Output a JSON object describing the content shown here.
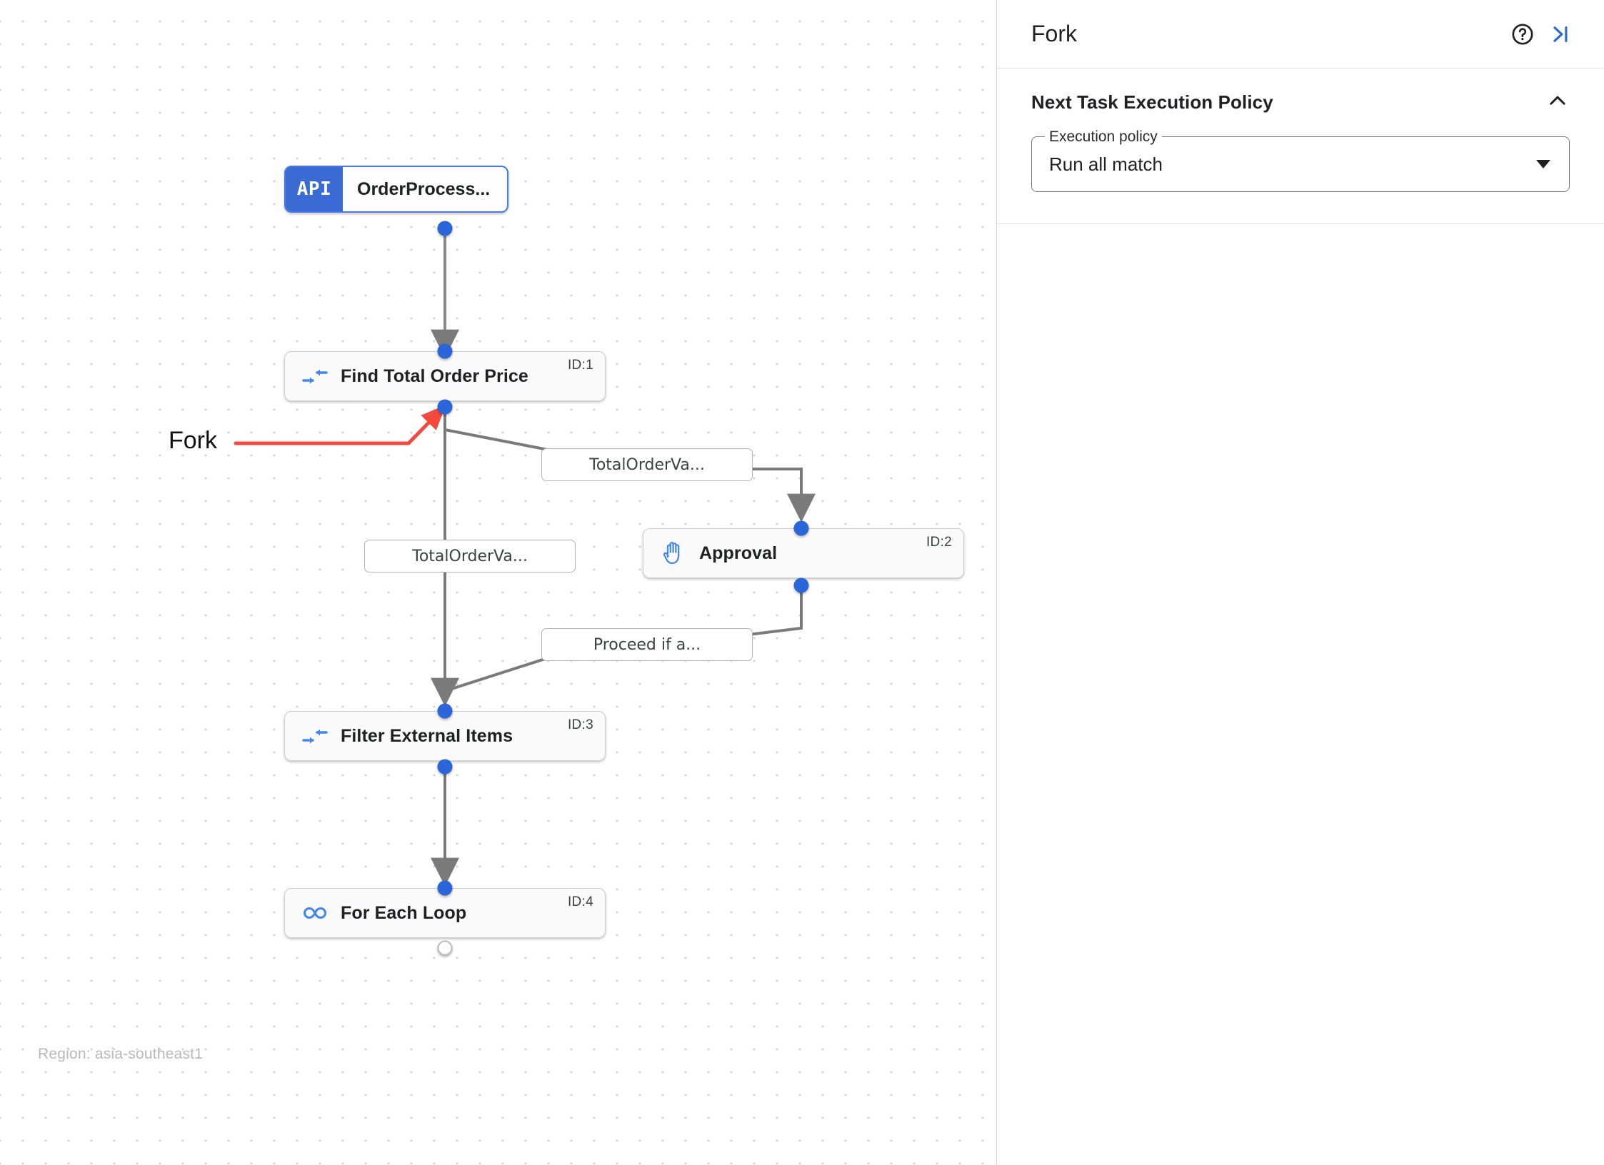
{
  "canvas": {
    "region_caption": "Region: asia-southeast1",
    "annotation": {
      "label": "Fork",
      "color": "#f4493f"
    },
    "nodes": [
      {
        "id": "trigger",
        "badge": "API",
        "title": "OrderProcess...",
        "icon": "api-badge-icon",
        "id_label": ""
      },
      {
        "id": "find-total",
        "title": "Find Total Order Price",
        "icon": "compress-arrows-icon",
        "id_label": "ID:1"
      },
      {
        "id": "approval",
        "title": "Approval",
        "icon": "raised-hand-icon",
        "id_label": "ID:2"
      },
      {
        "id": "filter-ext",
        "title": "Filter External Items",
        "icon": "compress-arrows-icon",
        "id_label": "ID:3"
      },
      {
        "id": "foreach",
        "title": "For Each Loop",
        "icon": "infinity-loop-icon",
        "id_label": "ID:4"
      }
    ],
    "edge_chips": [
      {
        "id": "top-right",
        "label": "TotalOrderVa..."
      },
      {
        "id": "left",
        "label": "TotalOrderVa..."
      },
      {
        "id": "bottom",
        "label": "Proceed if a..."
      }
    ]
  },
  "panel": {
    "title": "Fork",
    "help_icon": "help-circle-icon",
    "collapse_icon": "collapse-right-icon",
    "section": {
      "title": "Next Task Execution Policy",
      "chevron_icon": "chevron-up-icon",
      "select": {
        "label": "Execution policy",
        "value": "Run all match",
        "arrow_icon": "dropdown-arrow-icon"
      }
    }
  }
}
